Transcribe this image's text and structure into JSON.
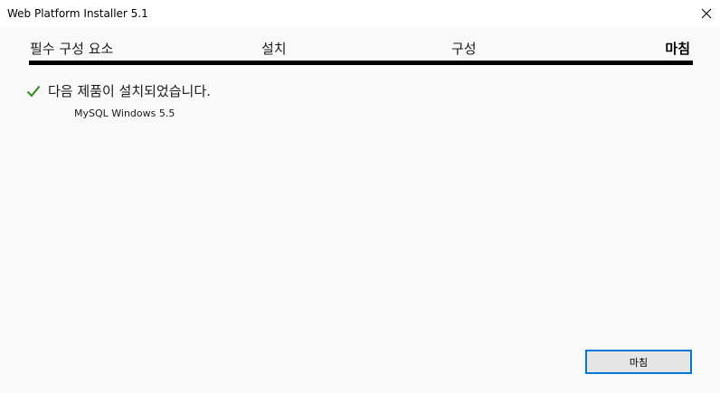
{
  "window": {
    "title": "Web Platform Installer 5.1"
  },
  "steps": [
    {
      "label": "필수 구성 요소"
    },
    {
      "label": "설치"
    },
    {
      "label": "구성"
    },
    {
      "label": "마침",
      "active": true
    }
  ],
  "progress": {
    "fraction": 1.0
  },
  "status": {
    "message": "다음 제품이 설치되었습니다.",
    "icon": "check-icon",
    "icon_color": "#2e8b1a"
  },
  "products": [
    {
      "name": "MySQL Windows 5.5"
    }
  ],
  "footer": {
    "finish_label": "마침"
  },
  "colors": {
    "background": "#f9f9f9",
    "accent_border": "#0078d7",
    "progress_bar": "#000000"
  }
}
